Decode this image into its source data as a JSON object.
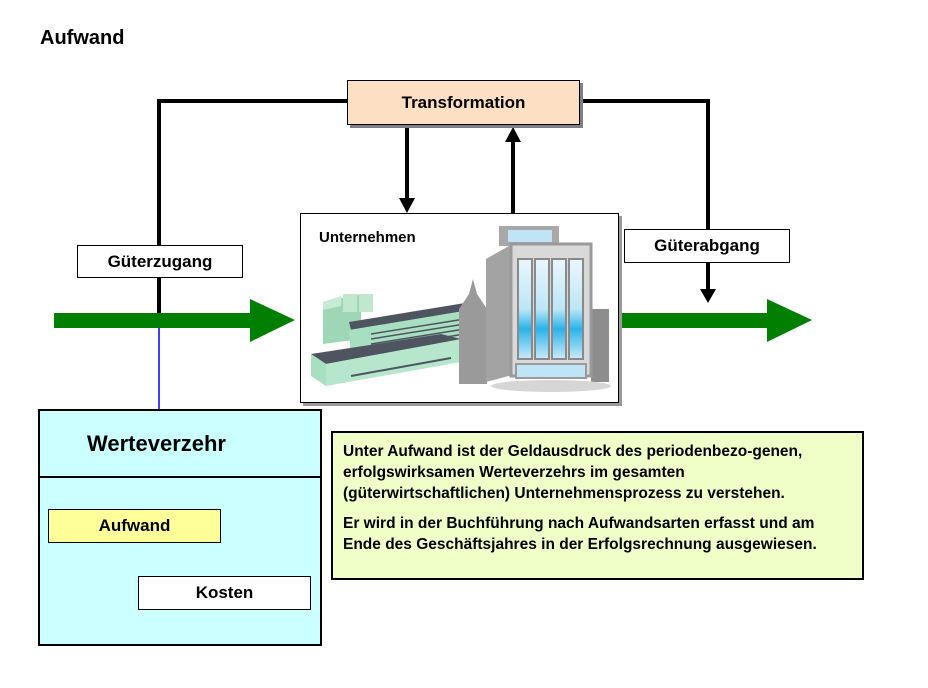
{
  "title": "Aufwand",
  "diagram": {
    "transformation": {
      "label": "Transformation"
    },
    "company": {
      "label": "Unternehmen",
      "illustration": "industrial-and-office-buildings"
    },
    "inflow": {
      "label": "Güterzugang"
    },
    "outflow": {
      "label": "Güterabgang"
    },
    "werteverzehr": {
      "heading": "Werteverzehr",
      "items": [
        {
          "label": "Aufwand"
        },
        {
          "label": "Kosten"
        }
      ]
    },
    "definition": {
      "paragraphs": [
        "Unter Aufwand ist der Geldausdruck des periodenbezo-genen, erfolgswirksamen Werteverzehrs im gesamten (güterwirtschaftlichen) Unternehmensprozess zu verstehen.",
        "Er wird in der Buchführung nach Aufwandsarten erfasst und am Ende des Geschäftsjahres in der Erfolgsrechnung ausgewiesen."
      ]
    },
    "colors": {
      "flow_arrow": "#007f00",
      "connector": "#000000",
      "link_line": "#0000ff",
      "transformation_fill": "#fde0c4",
      "werteverzehr_fill": "#ccffff",
      "aufwand_fill": "#ffff99",
      "definition_fill": "#f0ffc8"
    }
  }
}
